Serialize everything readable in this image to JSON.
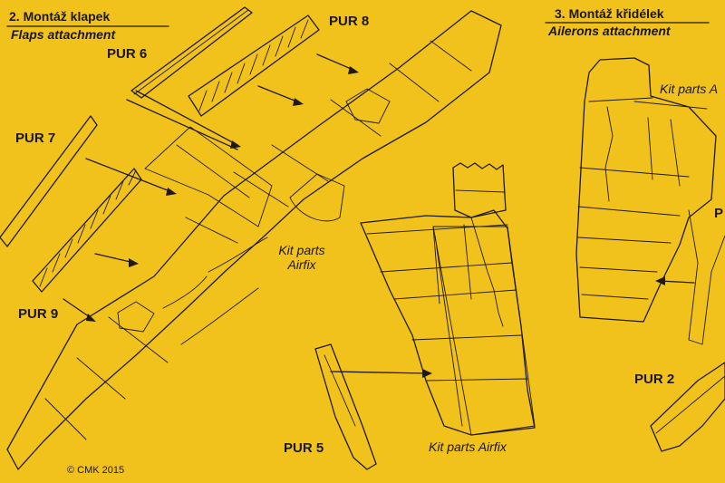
{
  "section2": {
    "title_cz": "2. Montáž klapek",
    "title_en": "Flaps attachment"
  },
  "section3": {
    "title_cz": "3. Montáž křidélek",
    "title_en": "Ailerons attachment"
  },
  "parts": {
    "pur8": "PUR 8",
    "pur6": "PUR 6",
    "pur7": "PUR 7",
    "pur9": "PUR 9",
    "pur5": "PUR 5",
    "pur2": "PUR 2",
    "pur_right_cut": "P"
  },
  "notes": {
    "kit_line1": "Kit parts",
    "kit_line2": "Airfix",
    "kit_bottom": "Kit parts Airfix",
    "kit_right_cut": "Kit parts A"
  },
  "copyright": "© CMK 2015",
  "colors": {
    "background": "#f2c21c",
    "ink": "#1f1a14"
  },
  "icons": [
    "arrow-icon"
  ]
}
